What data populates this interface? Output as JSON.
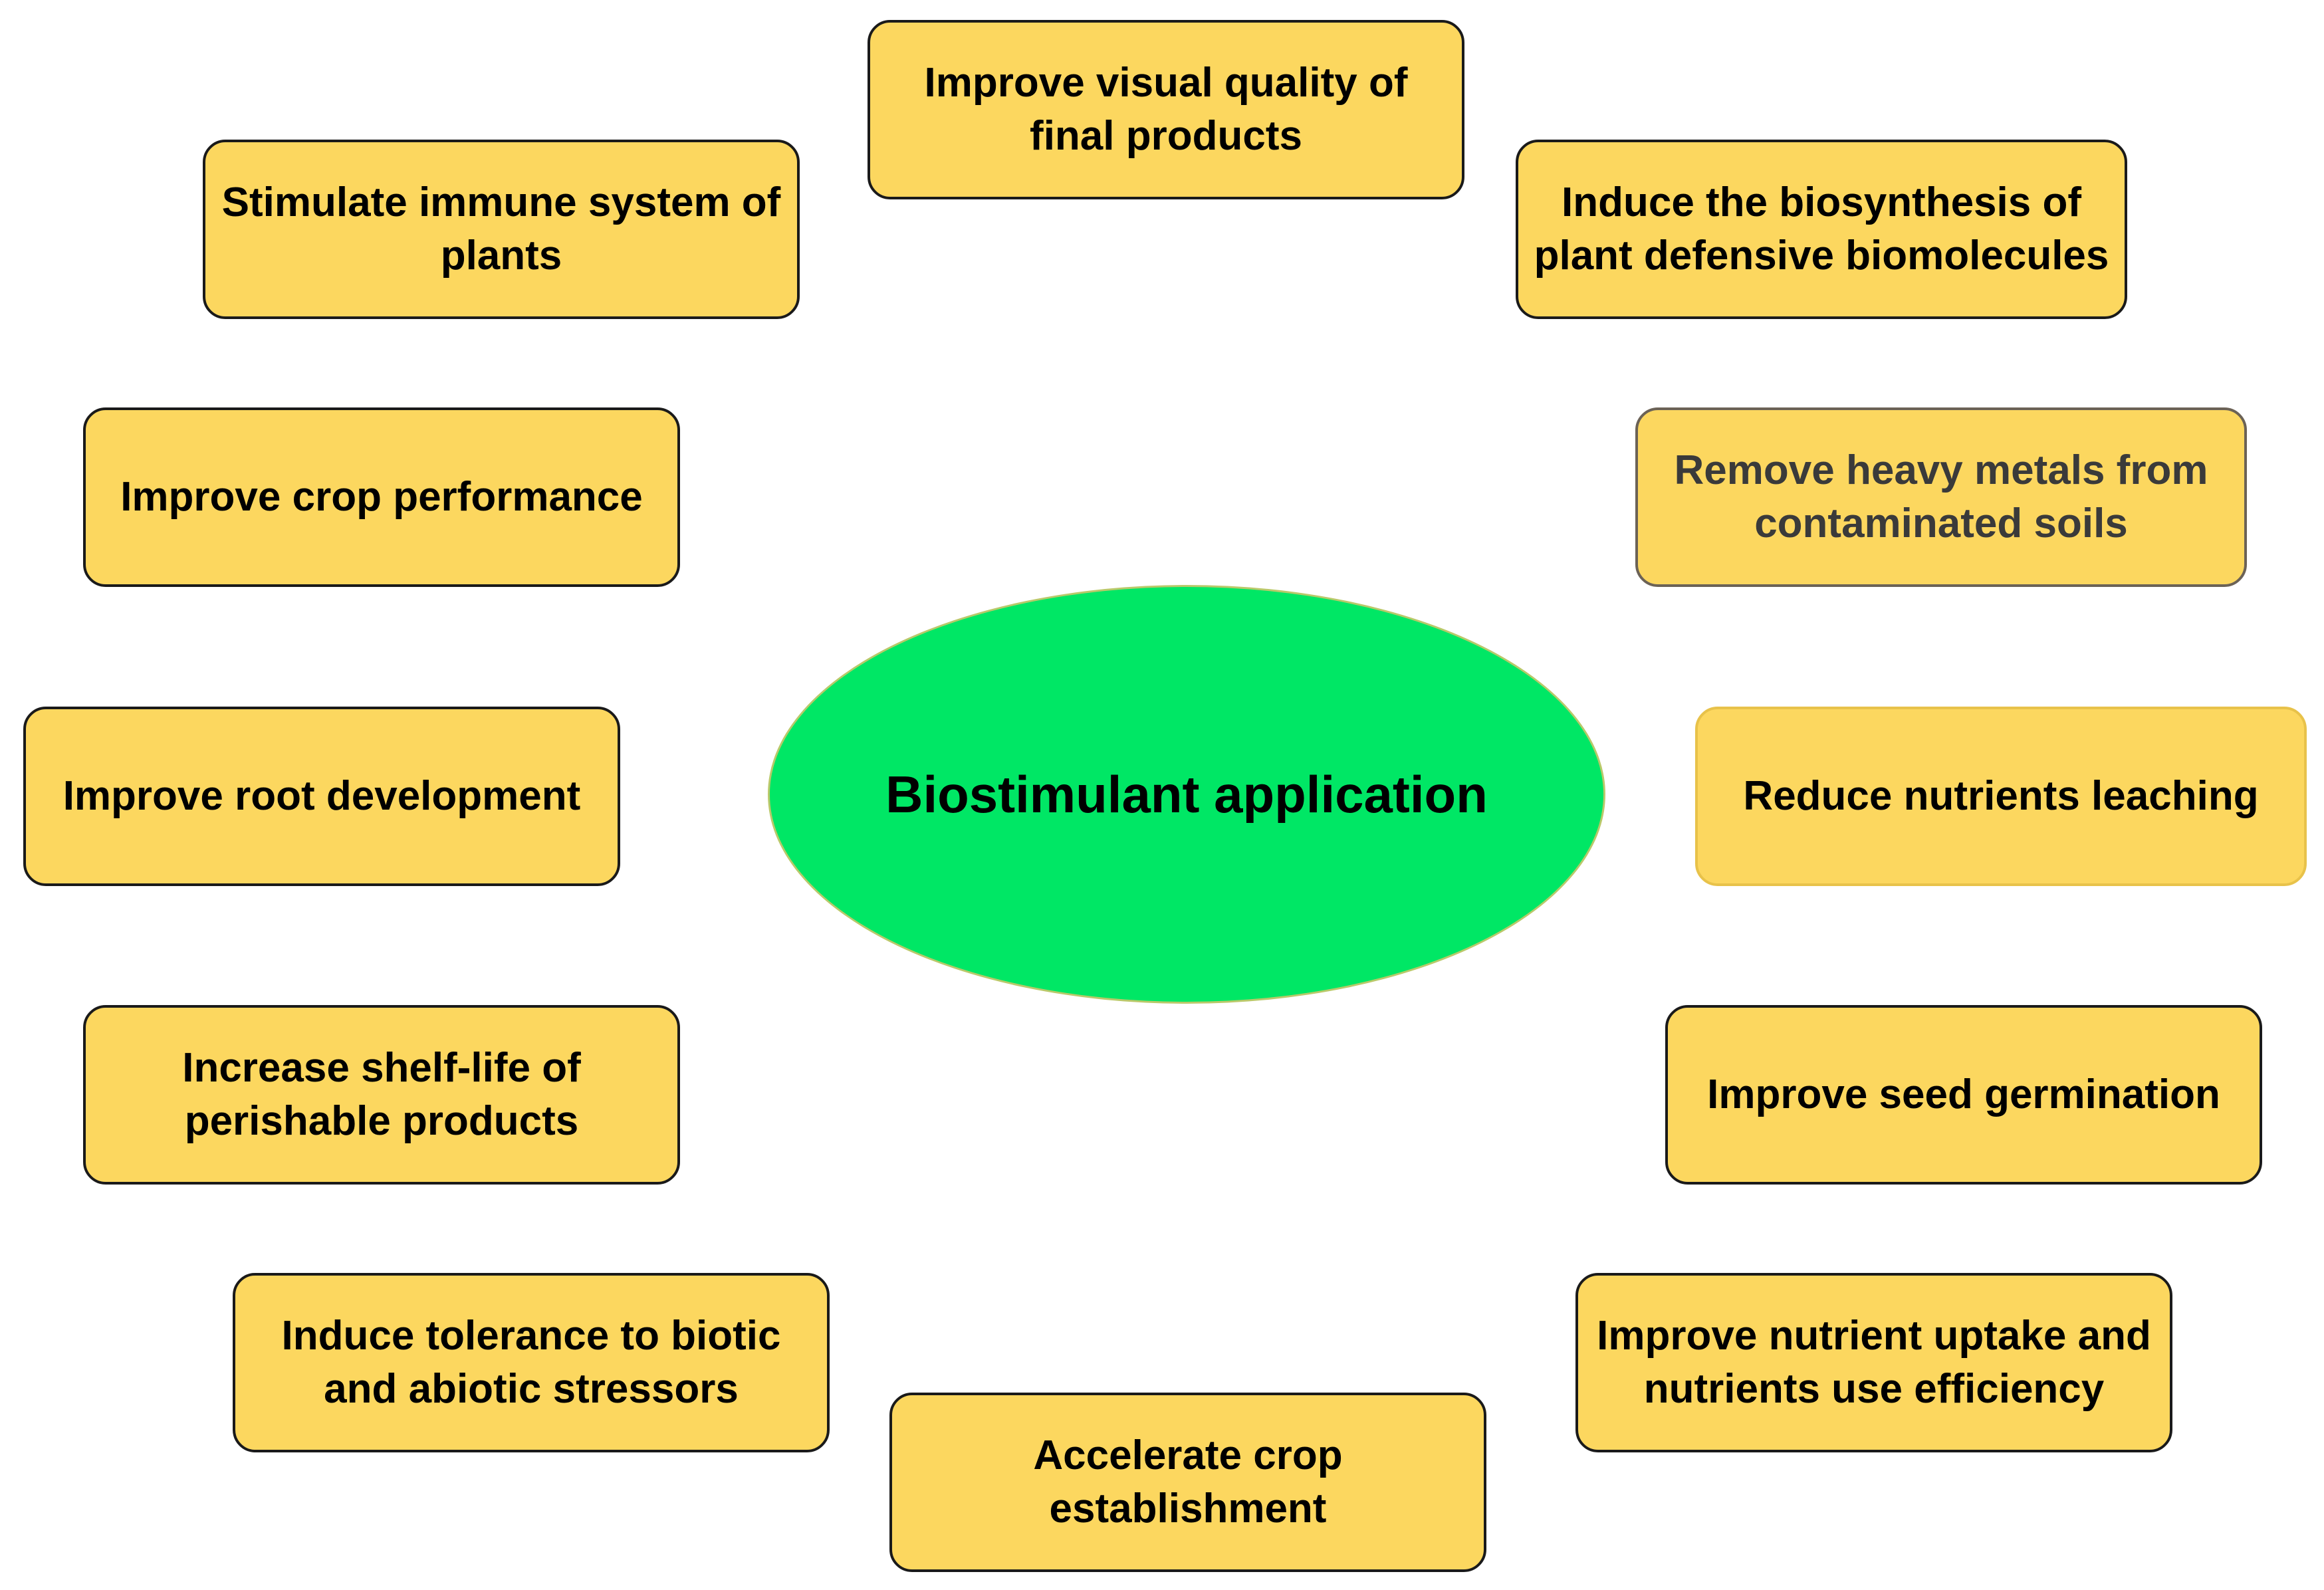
{
  "center": {
    "label": "Biostimulant application",
    "color": "#00e765"
  },
  "box_color": "#fcd75f",
  "benefits": [
    {
      "id": "visual-quality",
      "label": "Improve visual quality of final products"
    },
    {
      "id": "immune-system",
      "label": "Stimulate immune system of plants"
    },
    {
      "id": "defensive-biomolecules",
      "label": "Induce the biosynthesis of plant defensive biomolecules"
    },
    {
      "id": "crop-performance",
      "label": "Improve crop performance"
    },
    {
      "id": "heavy-metals",
      "label": "Remove heavy metals from contaminated soils"
    },
    {
      "id": "root-development",
      "label": "Improve root development"
    },
    {
      "id": "nutrients-leaching",
      "label": "Reduce nutrients leaching"
    },
    {
      "id": "shelf-life",
      "label": "Increase shelf-life of perishable products"
    },
    {
      "id": "seed-germination",
      "label": "Improve seed germination"
    },
    {
      "id": "stress-tolerance",
      "label": "Induce tolerance to biotic and abiotic stressors"
    },
    {
      "id": "nutrient-uptake",
      "label": "Improve nutrient uptake and nutrients use efficiency"
    },
    {
      "id": "crop-establishment",
      "label": "Accelerate crop establishment"
    }
  ]
}
